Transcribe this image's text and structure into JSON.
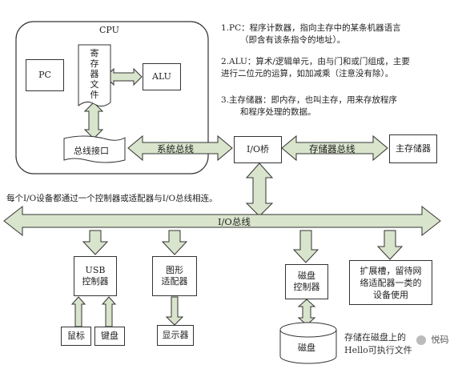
{
  "cpu": {
    "title": "CPU",
    "pc": "PC",
    "register_file": "寄存器文件",
    "alu": "ALU",
    "bus_interface": "总线接口"
  },
  "notes": {
    "n1_line1": "1.PC：程序计数器，指向主存中的某条机器语言",
    "n1_line2": "（即含有该条指令的地址）。",
    "n2_line1": "2.ALU：算术/逻辑单元，由与门和或门组成，主要",
    "n2_line2": "进行二位元的运算，如加减乘（注意没有除）。",
    "n3_line1": "3.主存储器：即内存，也叫主存，用来存放程序",
    "n3_line2": "和程序处理的数据。"
  },
  "buses": {
    "system_bus": "系统总线",
    "memory_bus": "存储器总线",
    "io_bus": "I/O总线"
  },
  "io_bridge": "I/O桥",
  "main_memory": "主存储器",
  "io_note": "每个I/O设备都通过一个控制器或适配器与I/O总线相连。",
  "devices": {
    "usb_line1": "USB",
    "usb_line2": "控制器",
    "graphics_line1": "图形",
    "graphics_line2": "适配器",
    "disk_line1": "磁盘",
    "disk_line2": "控制器",
    "slot_line1": "扩展槽，留待网",
    "slot_line2": "络适配器一类的",
    "slot_line3": "设备使用",
    "mouse": "鼠标",
    "keyboard": "键盘",
    "monitor": "显示器",
    "disk": "磁盘"
  },
  "disk_note_line1": "存储在磁盘上的",
  "disk_note_line2": "Hello可执行文件",
  "watermark": "悦码"
}
